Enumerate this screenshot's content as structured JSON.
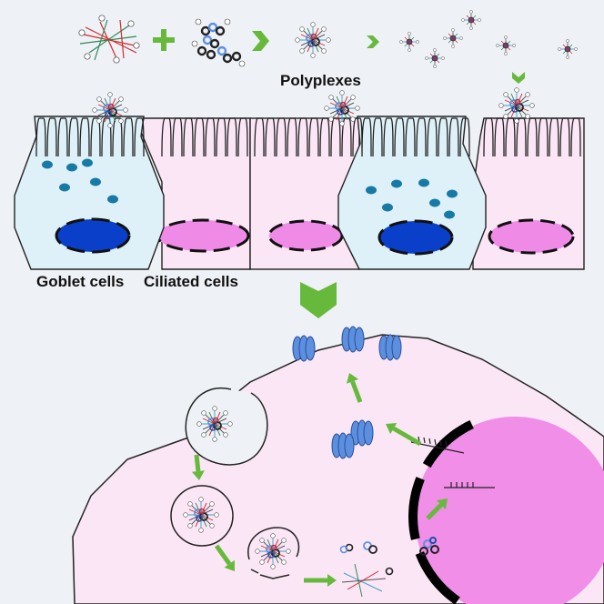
{
  "labels": {
    "polyplexes": "Polyplexes",
    "goblet_cells": "Goblet cells",
    "ciliated_cells": "Ciliated cells"
  },
  "colors": {
    "background": "#eef1f6",
    "goblet_cytoplasm": "#dff1f8",
    "ciliated_cytoplasm": "#fbe6f6",
    "goblet_nucleus": "#0a3fc9",
    "ciliated_nucleus": "#ef8ae6",
    "mucus_granule": "#177aa6",
    "arrow_green": "#67b93c",
    "cell_interior": "#fbe6f6",
    "nucleus_large": "#f08ee8",
    "protein_blue": "#5c90df",
    "nuclear_envelope": "#000000"
  },
  "icons": {
    "plus": "plus-icon",
    "chevron": "chevron-right-icon",
    "down_chevron": "double-chevron-down-icon",
    "arrow": "arrow-icon"
  }
}
